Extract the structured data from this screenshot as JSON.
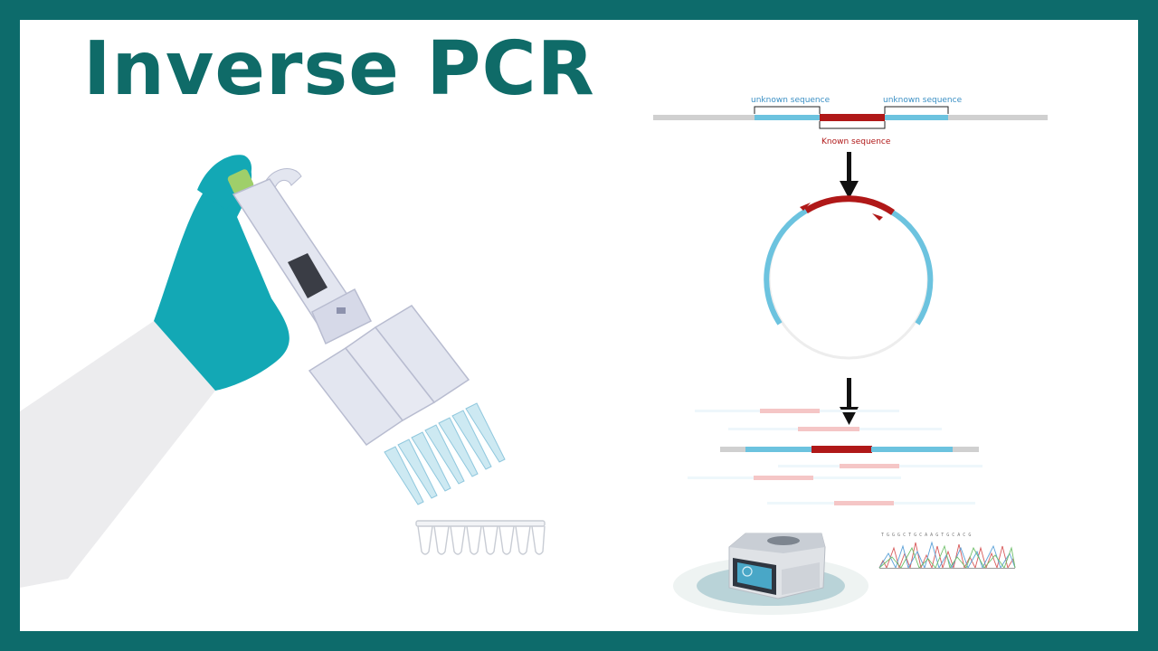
{
  "title": "Inverse PCR",
  "labels": {
    "unknown_left": "unknown sequence",
    "unknown_right": "unknown sequence",
    "known": "Known sequence"
  },
  "colors": {
    "frame": "#0d6b6b",
    "title": "#0f6b68",
    "glove": "#13a8b5",
    "known": "#b01818",
    "unknown": "#6cc3df",
    "flank": "#d0d0d0"
  },
  "icons": [
    "multichannel-pipette-icon",
    "glove-hand-icon",
    "pcr-tube-strip-icon",
    "arrow-down-icon",
    "thermal-cycler-icon",
    "sequencing-chromatogram-icon"
  ]
}
